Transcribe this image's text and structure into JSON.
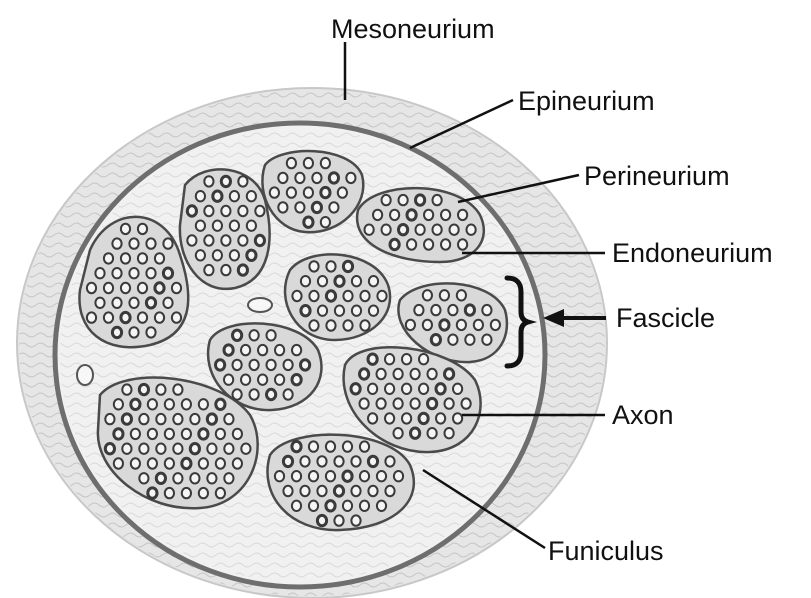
{
  "labels": {
    "mesoneurium": "Mesoneurium",
    "epineurium": "Epineurium",
    "perineurium": "Perineurium",
    "endoneurium": "Endoneurium",
    "fascicle": "Fascicle",
    "axon": "Axon",
    "funiculus": "Funiculus"
  },
  "colors": {
    "outer_sheath": "#e6e6e6",
    "epineurium_ring": "#6e6e6e",
    "interior": "#f1f1f1",
    "fascicle_fill": "#d9d9d9",
    "fascicle_border": "#4a4a4a",
    "axon_ring": "#3a3a3a",
    "leader": "#111111"
  }
}
